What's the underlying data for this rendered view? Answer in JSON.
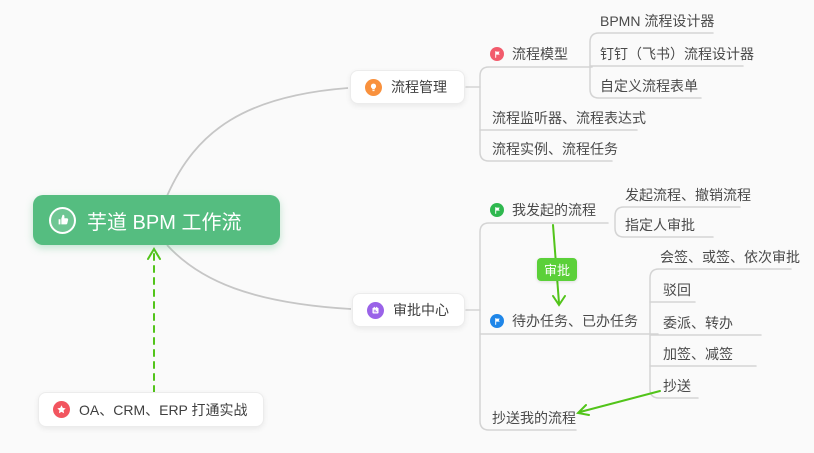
{
  "root": {
    "label": "芋道 BPM 工作流",
    "icon": "thumbs-up-icon",
    "bg_color": "#55bd80"
  },
  "note": {
    "label": "OA、CRM、ERP 打通实战",
    "icon": "star-icon",
    "icon_color": "#f2555f"
  },
  "branches": [
    {
      "label": "流程管理",
      "icon": "lightbulb-icon",
      "icon_color": "#f9913d",
      "children": [
        {
          "label": "流程模型",
          "icon": "flag-icon",
          "icon_color": "#f25b6c",
          "children": [
            {
              "label": "BPMN 流程设计器"
            },
            {
              "label": "钉钉（飞书）流程设计器"
            },
            {
              "label": "自定义流程表单"
            }
          ]
        },
        {
          "label": "流程监听器、流程表达式"
        },
        {
          "label": "流程实例、流程任务"
        }
      ]
    },
    {
      "label": "审批中心",
      "icon": "calendar-icon",
      "icon_color": "#9a63e8",
      "children": [
        {
          "label": "我发起的流程",
          "icon": "flag-icon",
          "icon_color": "#2fb84f",
          "children": [
            {
              "label": "发起流程、撤销流程"
            },
            {
              "label": "指定人审批"
            }
          ]
        },
        {
          "label": "待办任务、已办任务",
          "icon": "flag-icon",
          "icon_color": "#1f86e8",
          "children": [
            {
              "label": "会签、或签、依次审批"
            },
            {
              "label": "驳回"
            },
            {
              "label": "委派、转办"
            },
            {
              "label": "加签、减签"
            },
            {
              "label": "抄送"
            }
          ]
        },
        {
          "label": "抄送我的流程"
        }
      ]
    }
  ],
  "edge_label": {
    "label": "审批"
  },
  "colors": {
    "canvas_bg": "#fafafa",
    "root_green": "#55bd80",
    "accent_green_box": "#5bd039",
    "arrow_green": "#52c41a",
    "tree_line": "#d4d4d4",
    "curve_line": "#c6c6c6"
  }
}
